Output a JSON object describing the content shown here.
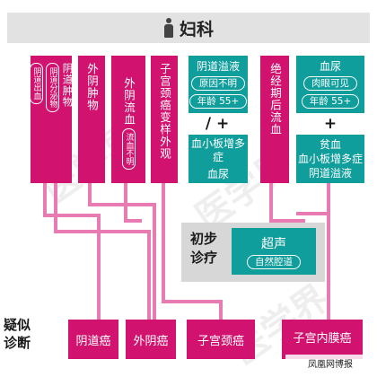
{
  "header": {
    "title": "妇科",
    "icon": "person-icon"
  },
  "columns": [
    {
      "title": "阴道肿物",
      "pills": [
        "阴道分泌物",
        "阴道出血"
      ],
      "extra": "肿物"
    },
    {
      "title": "外阴肿物",
      "pills": []
    },
    {
      "title": "外阴流血",
      "pills": [
        "流血不明"
      ]
    },
    {
      "title": "子宫颈癌变样外观",
      "pills": []
    },
    {
      "title": "绝经期后流血",
      "pills": []
    }
  ],
  "teal_top_left": {
    "title": "阴道溢液",
    "pill": "原因不明",
    "age": "年龄 55+"
  },
  "teal_top_right": {
    "title": "血尿",
    "pill": "肉眼可见",
    "age": "年龄 55+"
  },
  "teal_bottom_left": {
    "lines": [
      "血小板增多症",
      "血尿"
    ]
  },
  "teal_bottom_right": {
    "lines": [
      "贫血",
      "血小板增多症",
      "阴道溢液"
    ]
  },
  "signs": {
    "left": "/ +",
    "right": "+"
  },
  "initial": {
    "label": "初步诊疗",
    "test": "超声",
    "test_pill": "自然腔道"
  },
  "suspected": {
    "label": "疑似诊断"
  },
  "diagnoses": [
    "阴道癌",
    "外阴癌",
    "子宫颈癌",
    "子宫内膜癌"
  ],
  "watermark": "医学界",
  "source": "凤凰网博报",
  "colors": {
    "magenta": "#d1126e",
    "teal": "#109e9c",
    "header_bg": "#e2e2e2"
  }
}
